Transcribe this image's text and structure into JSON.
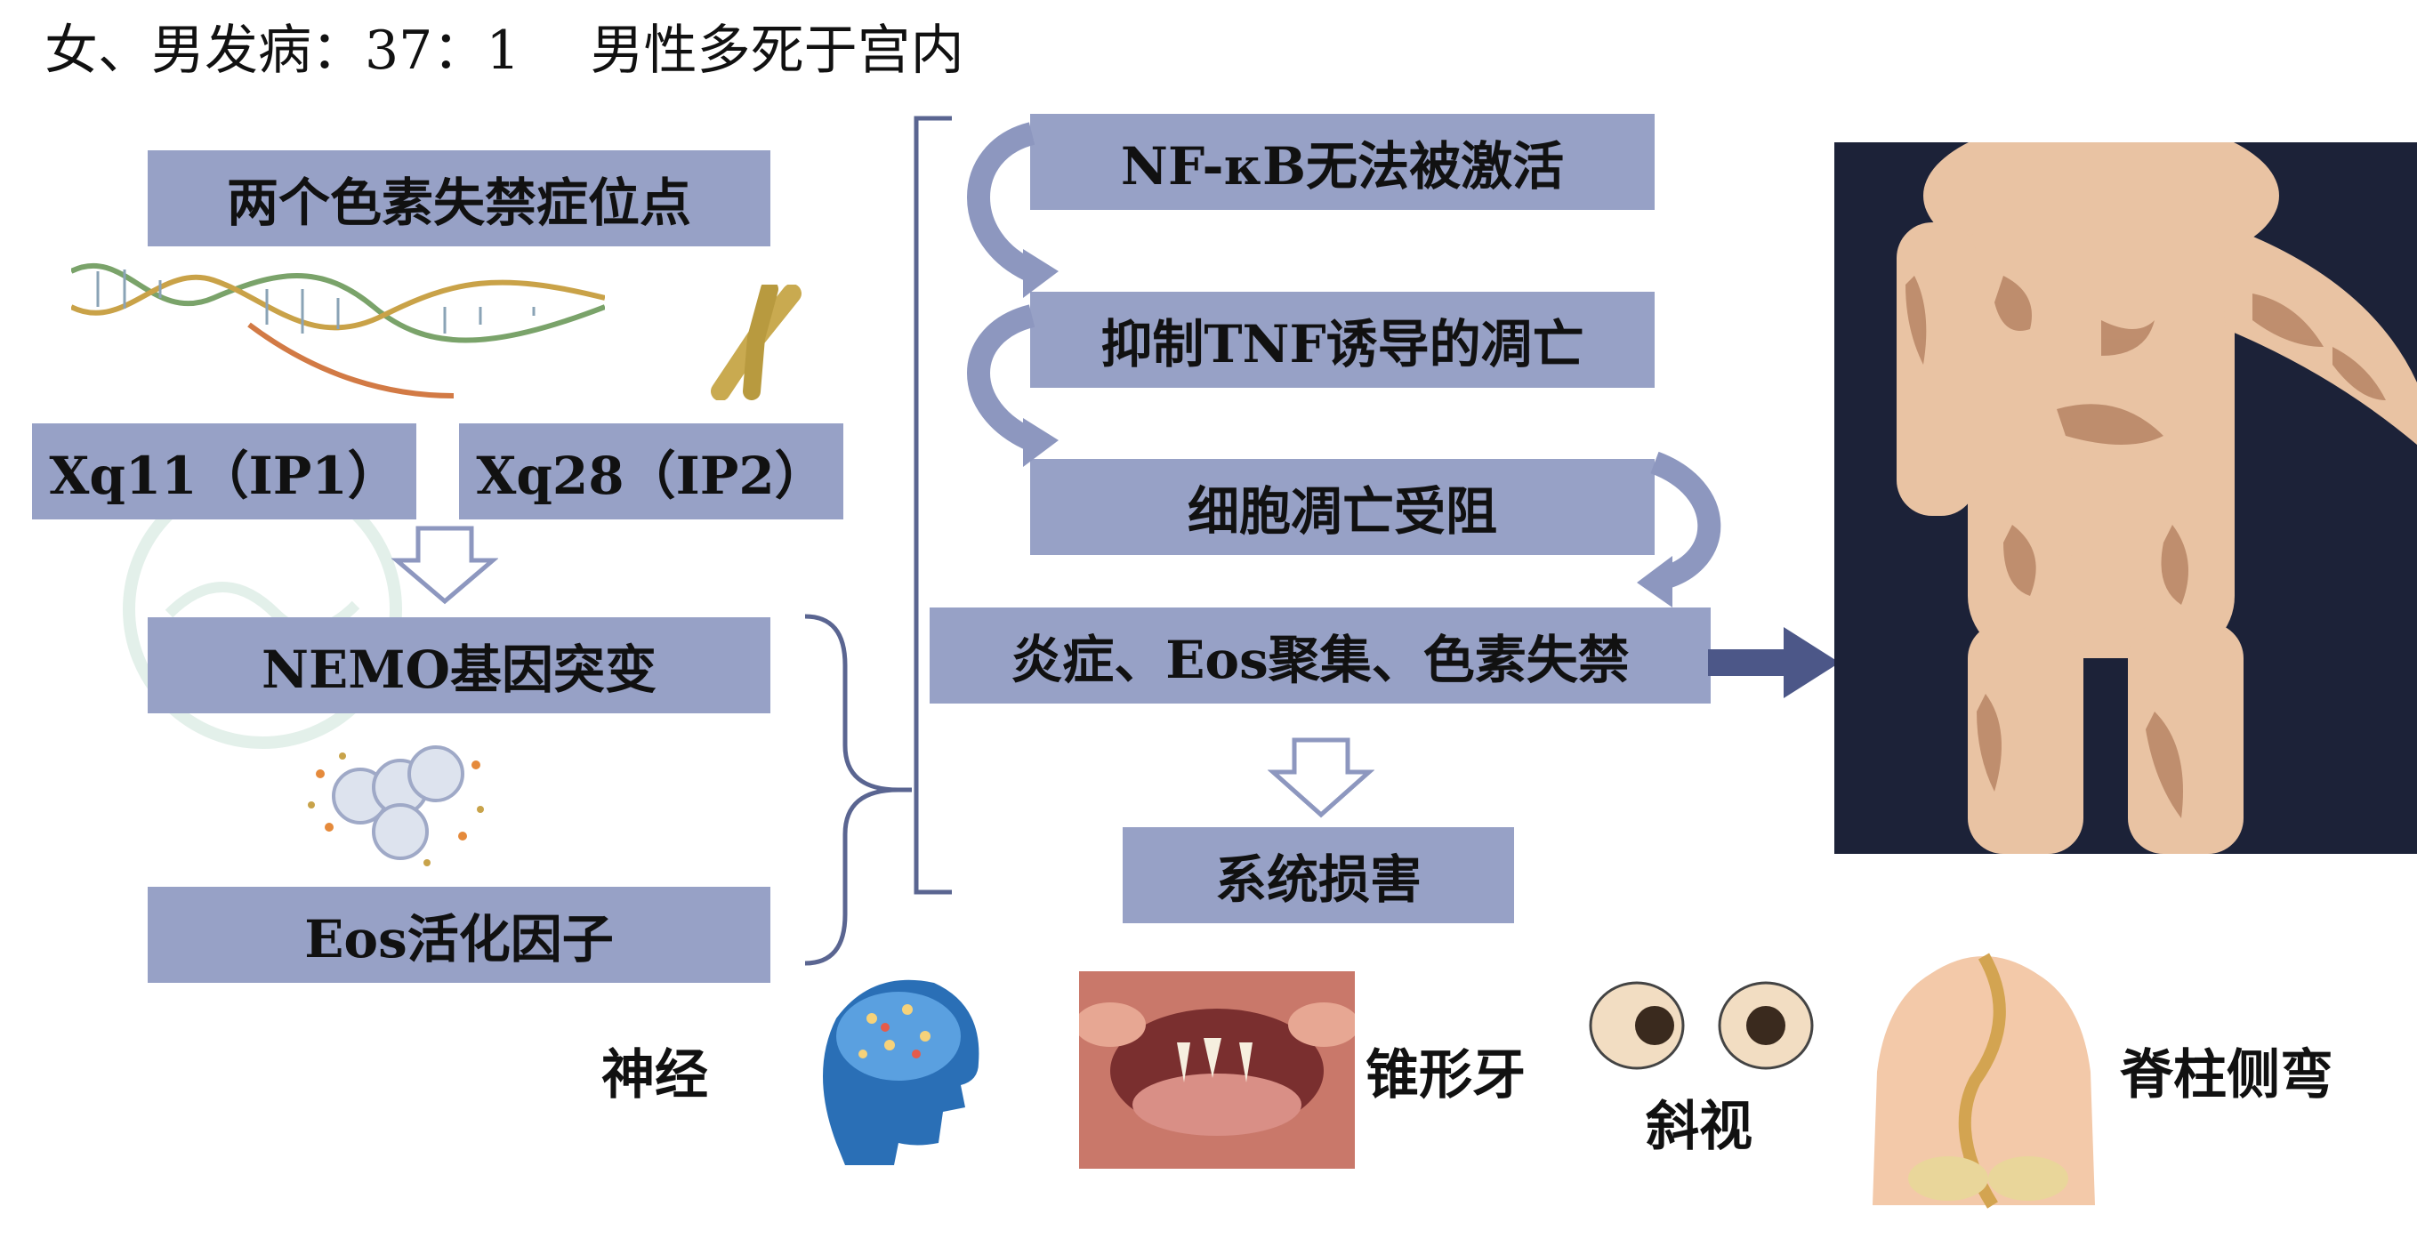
{
  "title": "女、男发病：37：1 　男性多死于宫内",
  "left": {
    "loci": "两个色素失禁症位点",
    "xq11": "Xq11（IP1）",
    "xq28": "Xq28（IP2）",
    "nemo": "NEMO基因突变",
    "eos_factor": "Eos活化因子"
  },
  "right": {
    "nfkb": "NF-κB无法被激活",
    "tnf": "抑制TNF诱导的凋亡",
    "apoptosis": "细胞凋亡受阻",
    "inflammation": "炎症、Eos聚集、色素失禁",
    "systemic": "系统损害"
  },
  "bottom": {
    "nerve": "神经",
    "teeth": "锥形牙",
    "strabismus": "斜视",
    "scoliosis": "脊柱侧弯"
  },
  "colors": {
    "box": "#97a1c6",
    "arrow": "#8d97bf",
    "brace": "#5a6591",
    "big_arrow": "#4c5788"
  },
  "icons": [
    "dna-icon",
    "chromosome-icon",
    "cells-icon",
    "brain-icon",
    "teeth-icon",
    "eyes-icon",
    "spine-icon",
    "patient-photo"
  ]
}
